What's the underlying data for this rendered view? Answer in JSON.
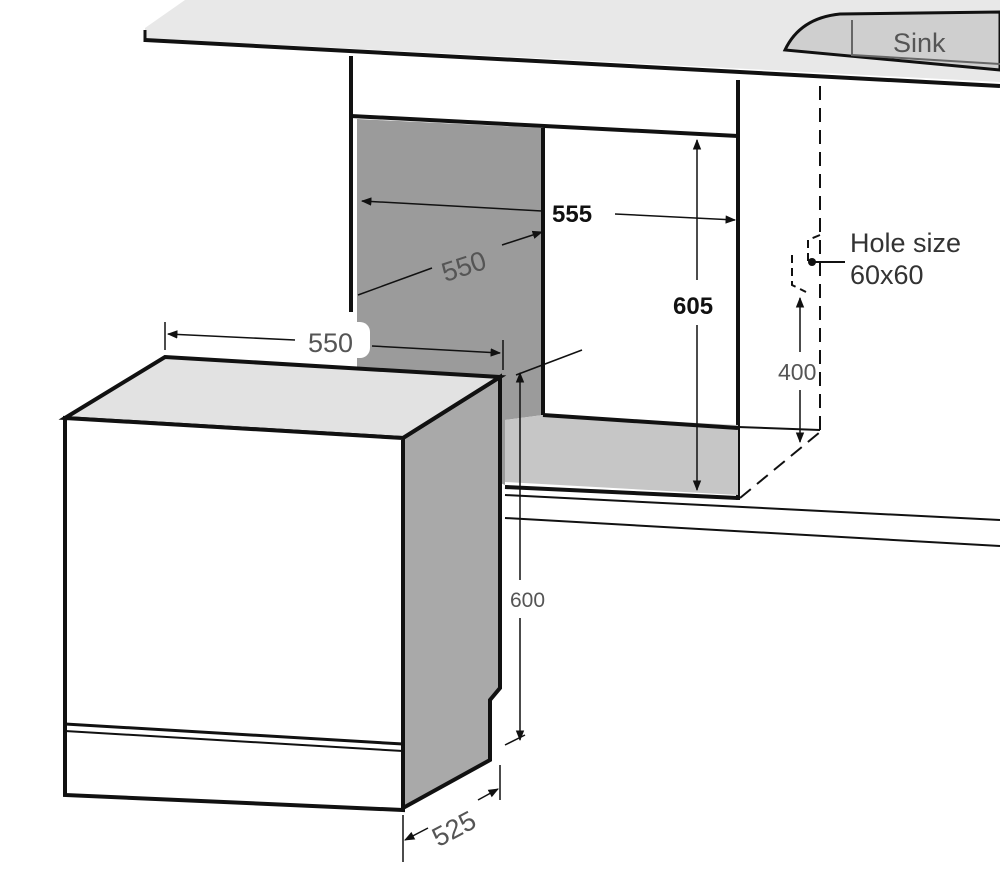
{
  "labels": {
    "sink": "Sink",
    "niche_width": "555",
    "niche_depth": "550",
    "niche_height": "605",
    "hole_size_title": "Hole size",
    "hole_size_value": "60x60",
    "hole_height": "400",
    "appliance_width": "550",
    "appliance_height": "600",
    "appliance_depth": "525"
  },
  "colors": {
    "wall_shadow": "#9b9b9b",
    "floor": "#c6c6c6",
    "appliance_side": "#a9a9a9",
    "appliance_top": "#e2e2e2",
    "countertop": "#e8e8e8"
  }
}
